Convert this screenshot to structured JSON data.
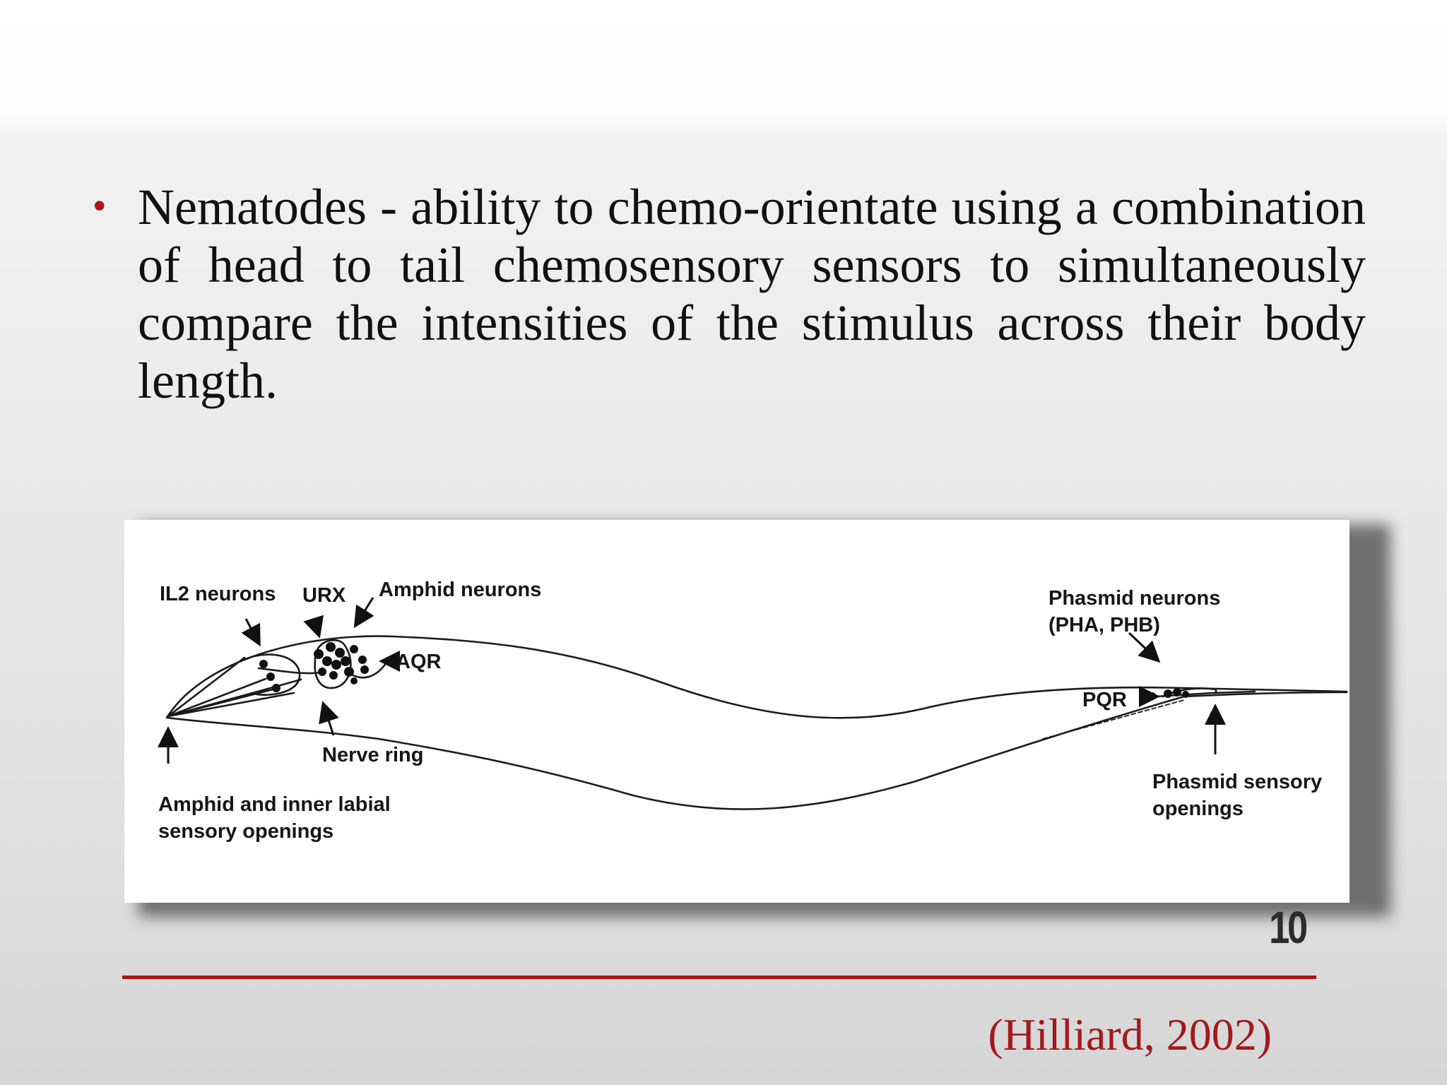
{
  "slide": {
    "bullet_symbol": "•",
    "body_text": "Nematodes - ability to chemo-orientate using a combination of head to tail chemosensory sensors to simultaneously compare the intensities of the stimulus across their body length.",
    "page_number": "10",
    "citation": "(Hilliard, 2002)"
  },
  "figure": {
    "labels": {
      "il2_neurons": "IL2 neurons",
      "urx": "URX",
      "amphid_neurons": "Amphid neurons",
      "aqr": "AQR",
      "nerve_ring": "Nerve ring",
      "amphid_openings": "Amphid and inner labial\nsensory openings",
      "phasmid_neurons": "Phasmid neurons\n(PHA, PHB)",
      "pqr": "PQR",
      "phasmid_openings": "Phasmid sensory\nopenings"
    }
  },
  "colors": {
    "accent_red": "#b01416",
    "citation_red": "#a3191b",
    "text": "#111111"
  }
}
